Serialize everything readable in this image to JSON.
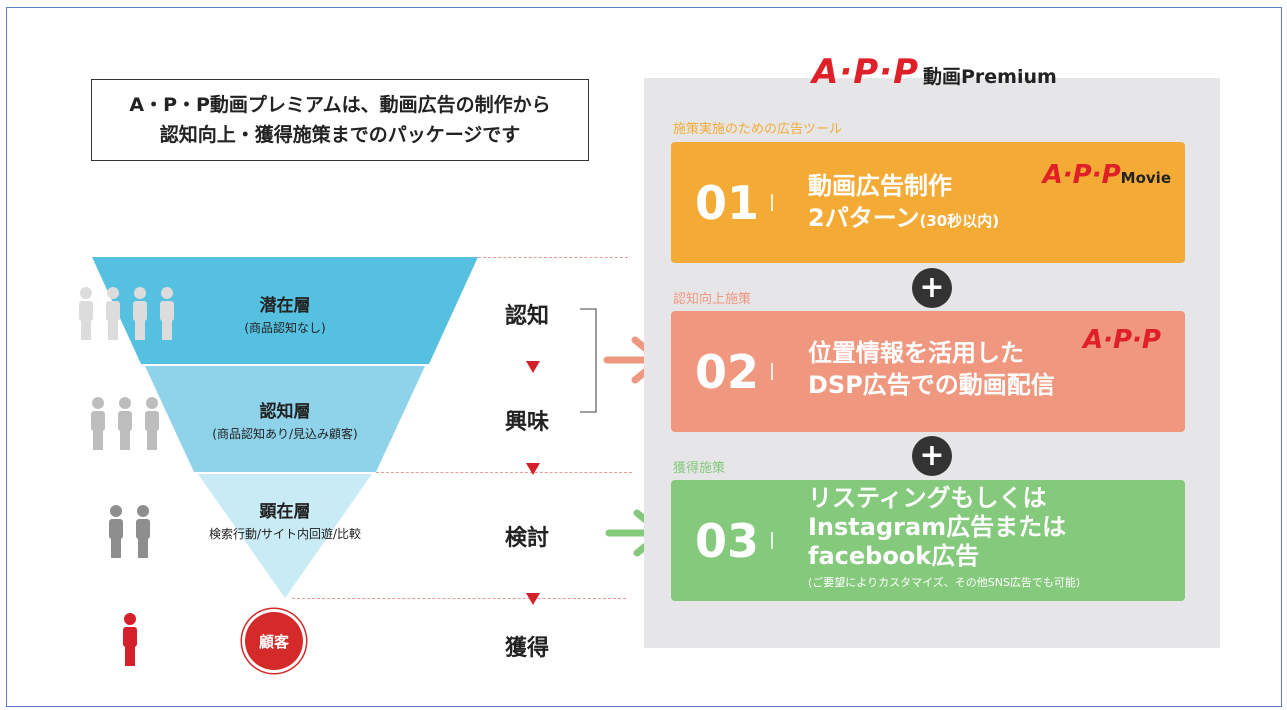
{
  "intro": {
    "line1": "A・P・P動画プレミアムは、動画広告の制作から",
    "line2": "認知向上・獲得施策までのパッケージです"
  },
  "logo": {
    "app": "A·P·P",
    "sub": "動画Premium"
  },
  "funnel": {
    "colors": [
      "#55c0e0",
      "#8fd3ea",
      "#c9ebf6"
    ],
    "layers": [
      {
        "title": "潜在層",
        "sub": "(商品認知なし)"
      },
      {
        "title": "認知層",
        "sub": "(商品認知あり/見込み顧客)"
      },
      {
        "title": "顕在層",
        "sub": "検索行動/サイト内回遊/比較"
      }
    ],
    "customer": "顧客"
  },
  "stages": [
    "認知",
    "興味",
    "検討",
    "獲得"
  ],
  "tools": [
    {
      "category": "施策実施のための広告ツール",
      "number": "01",
      "line1": "動画広告制作",
      "line2": "2パターン",
      "line2_small": "(30秒以内)",
      "brand": "A·P·P",
      "brand_sub": "Movie",
      "color": "#f4ab36",
      "category_color": "#f4ab36"
    },
    {
      "category": "認知向上施策",
      "number": "02",
      "line1": "位置情報を活用した",
      "line2": "DSP広告での動画配信",
      "brand": "A·P·P",
      "color": "#f0977f",
      "category_color": "#f0977f"
    },
    {
      "category": "獲得施策",
      "number": "03",
      "line1": "リスティングもしくは",
      "line2": "Instagram広告または",
      "line3": "facebook広告",
      "note": "(ご要望によりカスタマイズ、その他SNS広告でも可能)",
      "color": "#84c97c",
      "category_color": "#84c97c"
    }
  ],
  "plus": "+",
  "accent_red": "#d4202a"
}
